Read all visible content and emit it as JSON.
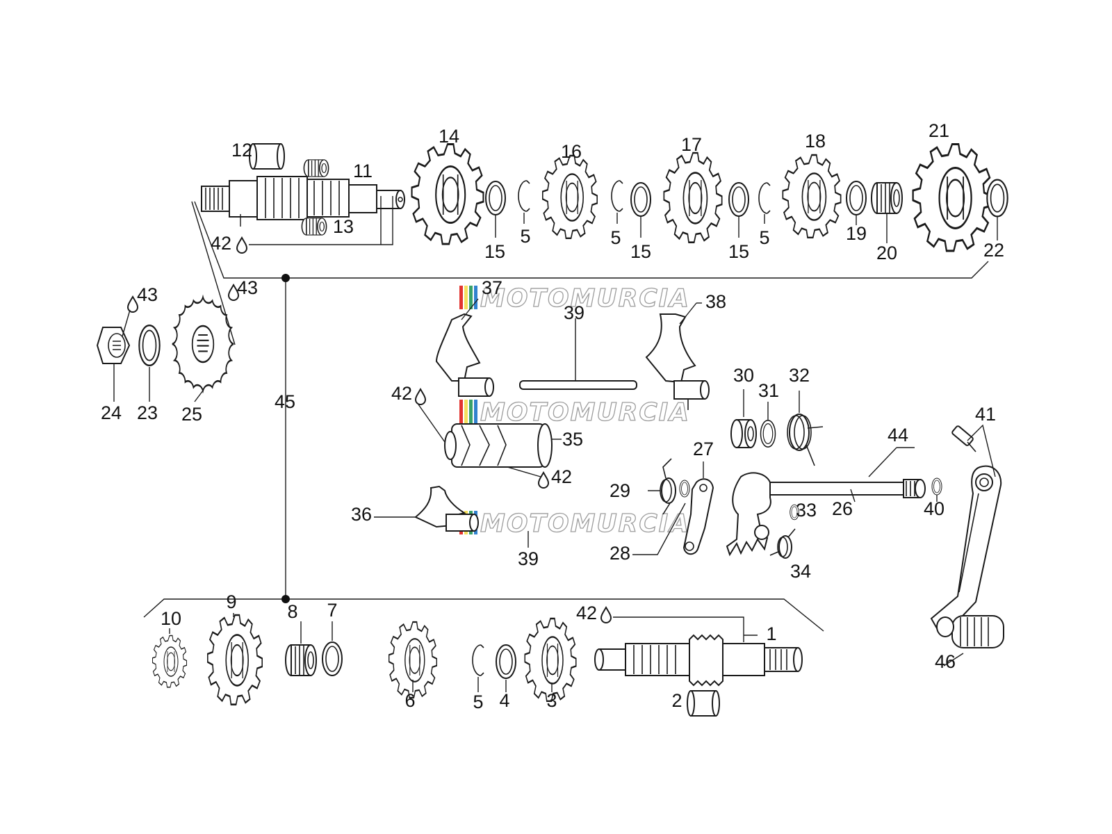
{
  "watermark": {
    "text": "MOTOMURCIA",
    "stripe_colors": [
      "#e3342f",
      "#f6e05e",
      "#38a169",
      "#3182ce"
    ]
  },
  "labels": [
    {
      "id": "l1",
      "text": "1",
      "part": "primary-shaft"
    },
    {
      "id": "l2",
      "text": "2",
      "part": "bush"
    },
    {
      "id": "l3",
      "text": "3",
      "part": "gear"
    },
    {
      "id": "l4",
      "text": "4",
      "part": "shim-ring"
    },
    {
      "id": "l5a",
      "text": "5",
      "part": "circlip"
    },
    {
      "id": "l5b",
      "text": "5",
      "part": "circlip"
    },
    {
      "id": "l5c",
      "text": "5",
      "part": "circlip"
    },
    {
      "id": "l5d",
      "text": "5",
      "part": "circlip"
    },
    {
      "id": "l6",
      "text": "6",
      "part": "gear"
    },
    {
      "id": "l7",
      "text": "7",
      "part": "washer"
    },
    {
      "id": "l8",
      "text": "8",
      "part": "needle-bearing"
    },
    {
      "id": "l9",
      "text": "9",
      "part": "gear"
    },
    {
      "id": "l10",
      "text": "10",
      "part": "gear"
    },
    {
      "id": "l11",
      "text": "11",
      "part": "secondary-shaft"
    },
    {
      "id": "l12",
      "text": "12",
      "part": "bush"
    },
    {
      "id": "l13",
      "text": "13",
      "part": "needle-cage"
    },
    {
      "id": "l14",
      "text": "14",
      "part": "gear"
    },
    {
      "id": "l15a",
      "text": "15",
      "part": "shim-ring"
    },
    {
      "id": "l15b",
      "text": "15",
      "part": "shim-ring"
    },
    {
      "id": "l15c",
      "text": "15",
      "part": "shim-ring"
    },
    {
      "id": "l16",
      "text": "16",
      "part": "gear"
    },
    {
      "id": "l17",
      "text": "17",
      "part": "gear"
    },
    {
      "id": "l18",
      "text": "18",
      "part": "gear"
    },
    {
      "id": "l19",
      "text": "19",
      "part": "washer"
    },
    {
      "id": "l20",
      "text": "20",
      "part": "needle-bearing"
    },
    {
      "id": "l21",
      "text": "21",
      "part": "gear"
    },
    {
      "id": "l22",
      "text": "22",
      "part": "washer"
    },
    {
      "id": "l23",
      "text": "23",
      "part": "washer"
    },
    {
      "id": "l24",
      "text": "24",
      "part": "nut"
    },
    {
      "id": "l25",
      "text": "25",
      "part": "sprocket"
    },
    {
      "id": "l26",
      "text": "26",
      "part": "selector-shaft"
    },
    {
      "id": "l27",
      "text": "27",
      "part": "pawl"
    },
    {
      "id": "l28",
      "text": "28",
      "part": "washer"
    },
    {
      "id": "l29",
      "text": "29",
      "part": "spring"
    },
    {
      "id": "l30",
      "text": "30",
      "part": "bush"
    },
    {
      "id": "l31",
      "text": "31",
      "part": "washer"
    },
    {
      "id": "l32",
      "text": "32",
      "part": "return-spring"
    },
    {
      "id": "l33",
      "text": "33",
      "part": "washer"
    },
    {
      "id": "l34",
      "text": "34",
      "part": "spring"
    },
    {
      "id": "l35",
      "text": "35",
      "part": "selector-drum"
    },
    {
      "id": "l36",
      "text": "36",
      "part": "selector-fork"
    },
    {
      "id": "l37",
      "text": "37",
      "part": "selector-fork"
    },
    {
      "id": "l38",
      "text": "38",
      "part": "selector-fork"
    },
    {
      "id": "l39a",
      "text": "39",
      "part": "fork-rod"
    },
    {
      "id": "l39b",
      "text": "39",
      "part": "fork-rod"
    },
    {
      "id": "l40",
      "text": "40",
      "part": "washer"
    },
    {
      "id": "l41",
      "text": "41",
      "part": "screw"
    },
    {
      "id": "l42a",
      "text": "42",
      "part": "oil"
    },
    {
      "id": "l42b",
      "text": "42",
      "part": "oil"
    },
    {
      "id": "l42c",
      "text": "42",
      "part": "oil"
    },
    {
      "id": "l42d",
      "text": "42",
      "part": "oil"
    },
    {
      "id": "l43a",
      "text": "43",
      "part": "oil"
    },
    {
      "id": "l43b",
      "text": "43",
      "part": "oil"
    },
    {
      "id": "l44",
      "text": "44",
      "part": "selector-shaft"
    },
    {
      "id": "l45",
      "text": "45",
      "part": "gearbox-assembly"
    },
    {
      "id": "l46",
      "text": "46",
      "part": "gear-lever"
    }
  ]
}
